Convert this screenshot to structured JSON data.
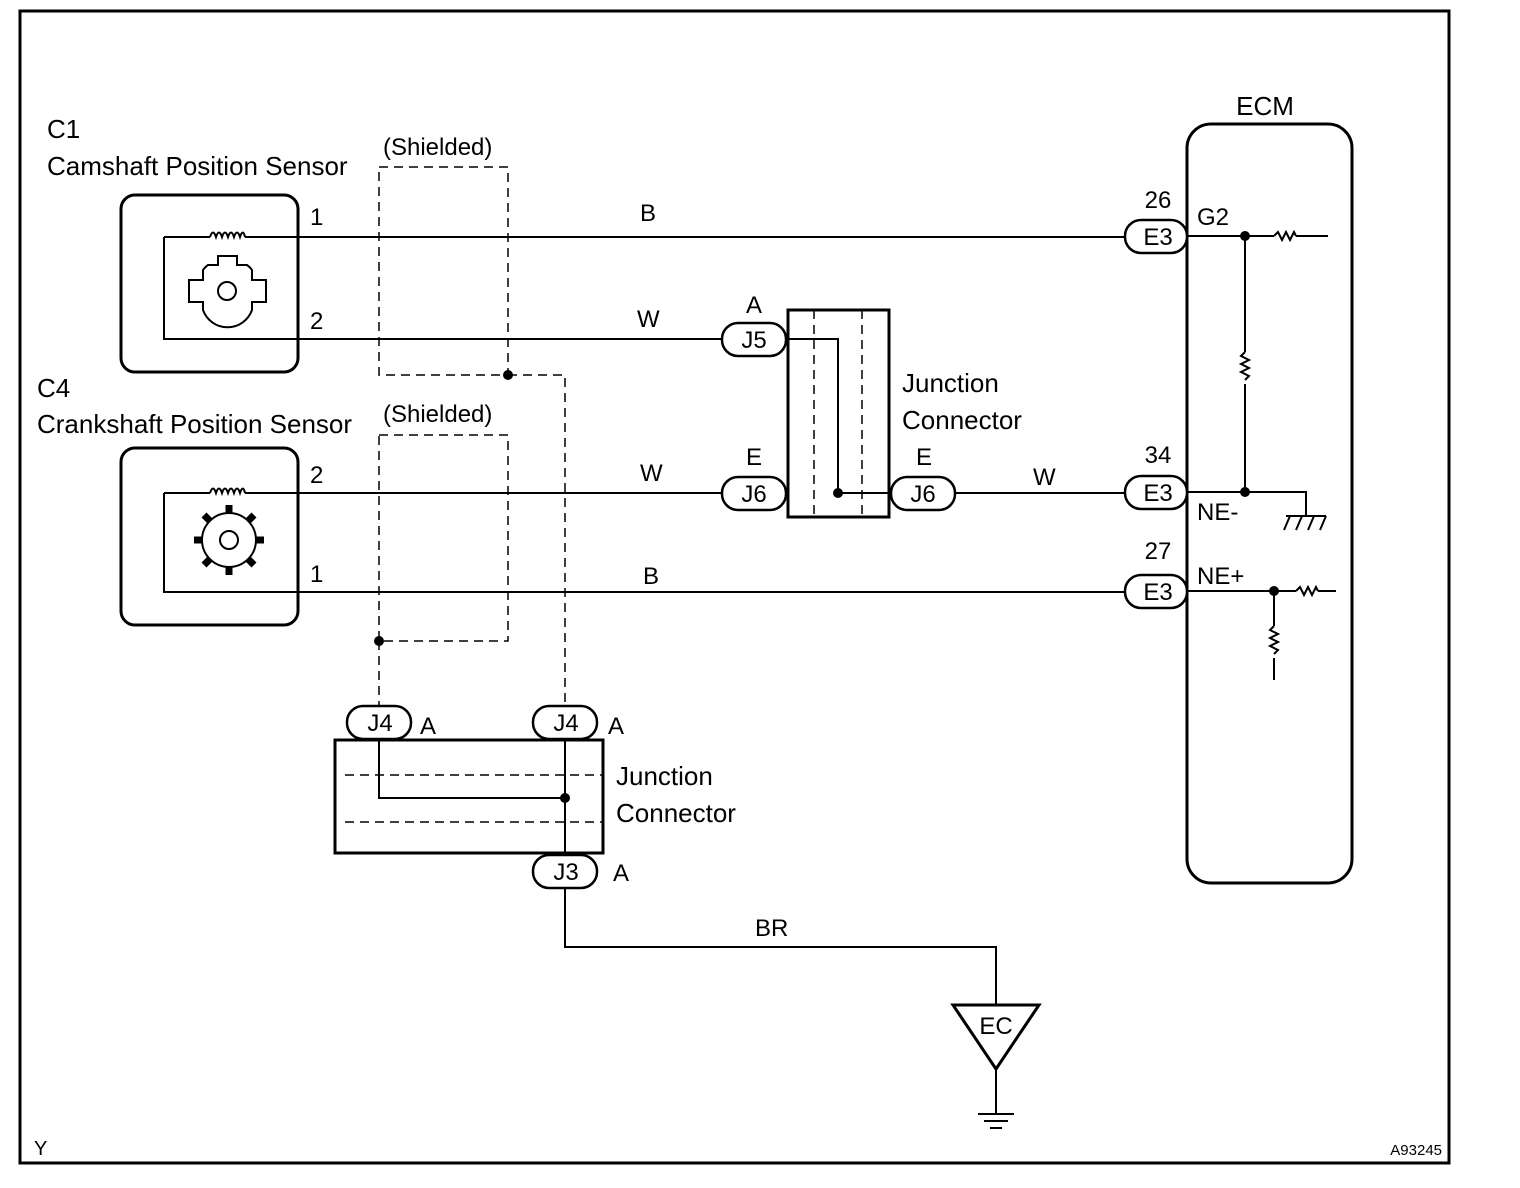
{
  "sensors": {
    "cam": {
      "code": "C1",
      "name": "Camshaft Position Sensor",
      "pin1": "1",
      "pin2": "2",
      "shield": "(Shielded)"
    },
    "crank": {
      "code": "C4",
      "name": "Crankshaft Position Sensor",
      "pin1": "2",
      "pin2": "1",
      "shield": "(Shielded)"
    }
  },
  "wires": {
    "b1": "B",
    "w1": "W",
    "w2": "W",
    "w3": "W",
    "b2": "B",
    "br": "BR"
  },
  "connectors": {
    "j5": {
      "id": "J5",
      "tag": "A"
    },
    "j6l": {
      "id": "J6",
      "tag": "E"
    },
    "j6r": {
      "id": "J6",
      "tag": "E"
    },
    "j4l": {
      "id": "J4",
      "tag": "A"
    },
    "j4r": {
      "id": "J4",
      "tag": "A"
    },
    "j3": {
      "id": "J3",
      "tag": "A"
    }
  },
  "junction_upper": {
    "line1": "Junction",
    "line2": "Connector"
  },
  "junction_lower": {
    "line1": "Junction",
    "line2": "Connector"
  },
  "ecm": {
    "title": "ECM",
    "pins": [
      {
        "num": "26",
        "conn": "E3",
        "signal": "G2"
      },
      {
        "num": "34",
        "conn": "E3",
        "signal": "NE-"
      },
      {
        "num": "27",
        "conn": "E3",
        "signal": "NE+"
      }
    ]
  },
  "ground": {
    "label": "EC"
  },
  "footer": {
    "left": "Y",
    "right": "A93245"
  }
}
